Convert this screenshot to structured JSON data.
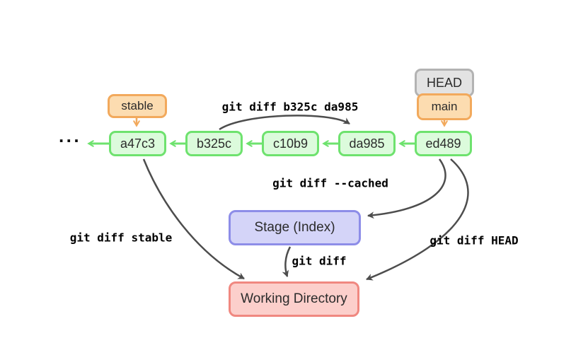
{
  "colors": {
    "commit-fill": "#dcfbdc",
    "commit-border": "#6ee26e",
    "ref-fill": "#fcdcb0",
    "ref-border": "#f2a95c",
    "head-fill": "#e3e3e3",
    "head-border": "#b3b3b3",
    "stage-fill": "#d4d4f8",
    "stage-border": "#8d8de8",
    "working-fill": "#fccfcb",
    "working-border": "#f08880",
    "arrow-dark": "#4d4d4d"
  },
  "ellipsis": "···",
  "refs": {
    "stable": "stable",
    "head": "HEAD",
    "main": "main"
  },
  "commits": [
    {
      "id": "a47c3"
    },
    {
      "id": "b325c"
    },
    {
      "id": "c10b9"
    },
    {
      "id": "da985"
    },
    {
      "id": "ed489"
    }
  ],
  "areas": {
    "stage": "Stage (Index)",
    "working": "Working Directory"
  },
  "commands": {
    "diff_range": "git diff b325c da985",
    "diff_cached": "git diff --cached",
    "diff_plain": "git diff",
    "diff_stable": "git diff stable",
    "diff_head": "git diff HEAD"
  }
}
